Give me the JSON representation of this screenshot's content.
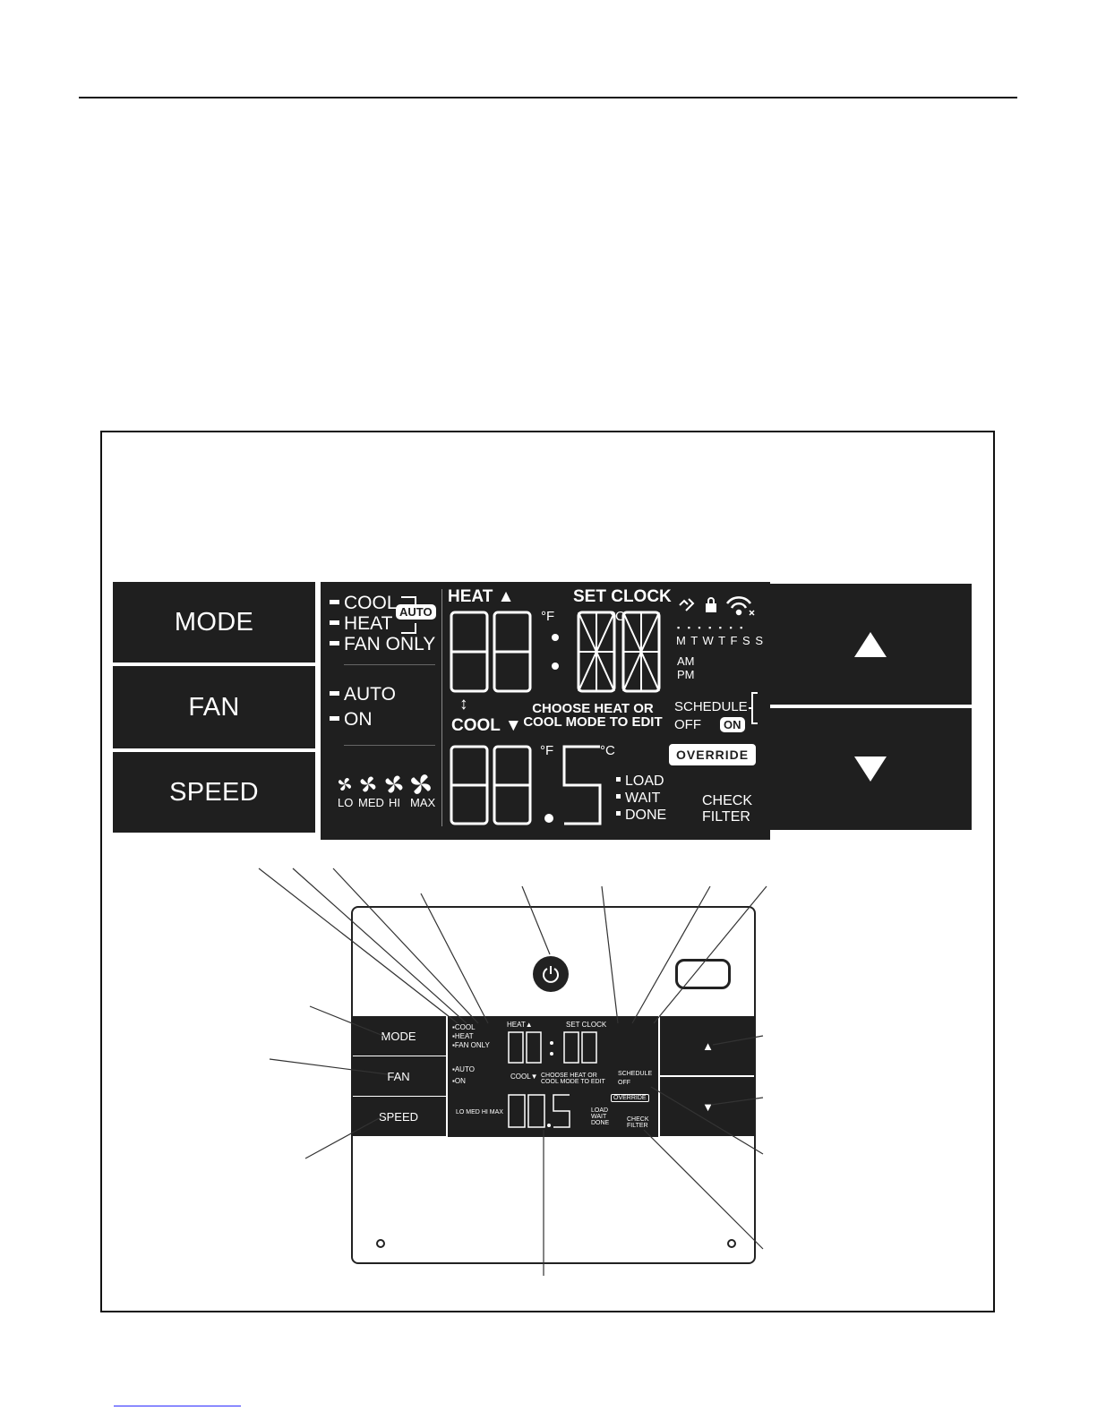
{
  "buttons": {
    "mode": "MODE",
    "fan": "FAN",
    "speed": "SPEED"
  },
  "mode_options": {
    "cool": "COOL",
    "heat": "HEAT",
    "fan_only": "FAN ONLY",
    "auto": "AUTO"
  },
  "fan_options": {
    "auto": "AUTO",
    "on": "ON"
  },
  "speed_labels": {
    "lo": "LO",
    "med": "MED",
    "hi": "HI",
    "max": "MAX"
  },
  "display": {
    "heat": "HEAT",
    "cool": "COOL",
    "set_clock": "SET CLOCK",
    "clock_digits": "88:88",
    "temp_digits": "88.5",
    "unit_f": "F",
    "unit_c": "C",
    "choose_line1": "CHOOSE HEAT OR",
    "choose_line2": "COOL MODE TO EDIT",
    "days": "M T W T F S S",
    "am": "AM",
    "pm": "PM",
    "schedule": "SCHEDULE",
    "off": "OFF",
    "on": "ON",
    "override": "OVERRIDE",
    "load": "LOAD",
    "wait": "WAIT",
    "done": "DONE",
    "check": "CHECK",
    "filter": "FILTER"
  },
  "icons": {
    "unlinked": "unlink-icon",
    "lock": "lock-icon",
    "wifi": "wifi-icon",
    "power": "power-icon",
    "up": "up-arrow-icon",
    "down": "down-arrow-icon",
    "fan": "fan-icon",
    "swing": "swing-icon"
  },
  "colors": {
    "panel": "#1f1f1f",
    "text": "#ffffff",
    "page": "#ffffff"
  }
}
